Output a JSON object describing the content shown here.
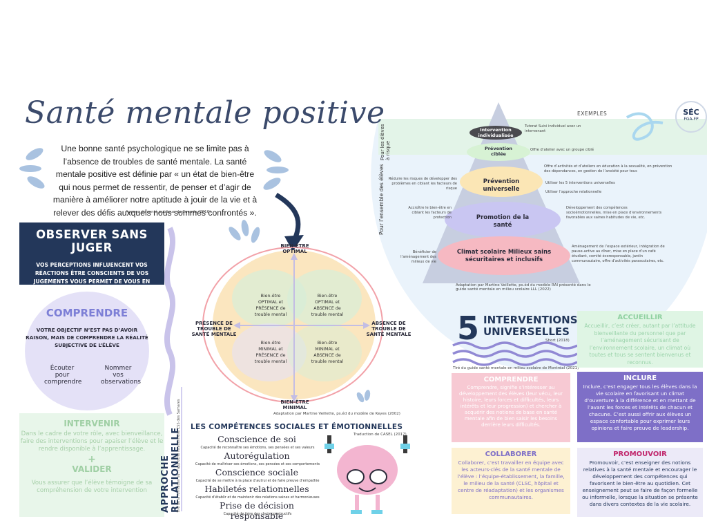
{
  "header": {
    "title": "Santé mentale positive",
    "intro": "Une bonne santé psychologique ne se limite pas à l’absence de troubles de santé mentale. La santé mentale positive est définie par « un état de bien-être qui nous permet de ressentir, de penser et d’agir de manière à améliorer notre aptitude à jouir de la vie et à relever des défis auxquels nous sommes confrontés ».",
    "intro_source": "Agence de santé publique du Canada (2016)"
  },
  "logo": {
    "line1": "SÉC",
    "line2": "FGA-FP"
  },
  "observer": {
    "title": "OBSERVER SANS JUGER",
    "text": "VOS PERCEPTIONS INFLUENCENT VOS RÉACTIONS ÊTRE CONSCIENTS DE VOS JUGEMENTS VOUS PERMET DE VOUS EN DISTANCIER"
  },
  "comprendre": {
    "title": "COMPRENDRE",
    "text": "VOTRE OBJECTIF N’EST PAS D’AVOIR RAISON, MAIS DE COMPRENDRE LA RÉALITÉ SUBJECTIVE DE L’ÉLÈVE",
    "left": "Écouter pour comprendre",
    "right": "Nommer vos observations"
  },
  "intervenir": {
    "title": "INTERVENIR",
    "text": "Dans le cadre de votre rôle, avec bienveillance, faire des interventions pour apaiser l’élève et le rendre disponible à l’apprentissage.",
    "plus": "+",
    "valider": "VALIDER",
    "valider_text": "Vous assurer que l’élève témoigne de sa compréhension de votre intervention"
  },
  "approche": {
    "label": "APPROCHE RELATIONNELLE",
    "caption": "Tiré de la formation sur l’approche relationnelle CSS des Samares"
  },
  "model": {
    "top": "BIEN-ÊTRE OPTIMAL",
    "bottom": "BIEN-ÊTRE MINIMAL",
    "left": "PRÉSENCE DE TROUBLE DE SANTÉ MENTALE",
    "right": "ABSENCE DE TROUBLE DE SANTÉ MENTALE",
    "q1": "Bien-être OPTIMAL et PRÉSENCE de trouble mental",
    "q2": "Bien-être OPTIMAL et ABSENCE de trouble mental",
    "q3": "Bien-être MINIMAL et PRÉSENCE de trouble mental",
    "q4": "Bien-être MINIMAL et ABSENCE de trouble mental",
    "source": "Adaptation par Martine Veillette, ps.éd du modèle de Keyes (2002)"
  },
  "pyramid": {
    "examples": "EXEMPLES",
    "side_risk": "Pour les élèves à risque",
    "side_all": "Pour l’ensemble des élèves",
    "levels": [
      {
        "label": "Intervention individualisée",
        "color": "#4a4a4f"
      },
      {
        "label": "Prévention ciblée",
        "color": "#d7f2d4"
      },
      {
        "label": "Prévention universelle",
        "color": "#fbe6b5"
      },
      {
        "label": "Promotion de la santé",
        "color": "#c9c6f2"
      },
      {
        "label": "Climat scolaire Milieux sains sécuritaires et inclusifs",
        "color": "#f6b9c2"
      }
    ],
    "right_notes": [
      "Tutorat Suivi individuel avec un intervenant",
      "Offre d’atelier avec un groupe ciblé",
      "Offre d’activités et d’ateliers en éducation à la sexualité, en prévention des dépendances, en gestion de l’anxiété pour tous",
      "Utiliser les 5 interventions universelles",
      "Utiliser l’approche relationnelle",
      "Développement des compétences socioémotionnelles, mise en place d’environnements favorables aux saines habitudes de vie, etc.",
      "Aménagement de l’espace extérieur, intégration de pause-active au dîner, mise en place d’un café étudiant, comité écoresponsable, jardin communautaire, offre d’activités parascolaires, etc."
    ],
    "left_notes": [
      "Réduire les risques de développer des problèmes en ciblant les facteurs de risque",
      "Accroître le bien-être en ciblant les facteurs de protection",
      "Bénéficier de l’aménagement des milieux de vie"
    ],
    "source": "Adaptation par Martine Veillette, ps.éd du modèle RAI présenté dans le guide santé mentale en milieu scolaire LLL (2022)"
  },
  "interventions": {
    "number": "5",
    "title": "INTERVENTIONS UNIVERSELLES",
    "short": "Short (2018)",
    "source": "Tiré du guide santé mentale en milieu scolaire de Montréal (2021)",
    "accueillir": {
      "title": "ACCUEILLIR",
      "text": "Accueillir, c’est créer, autant par l’attitude bienveillante du personnel que par l’aménagement sécurisant de l’environnement scolaire, un climat où toutes et tous se sentent bienvenus et reconnus."
    },
    "comprendre": {
      "title": "COMPRENDRE",
      "text": "Comprendre, signifie s’intéresser au développement des élèves (leur vécu, leur histoire, leurs forces et difficultés, leurs intérêts et leur progression) et chercher à acquérir des notions de base en santé mentale afin de bien saisir les besoins derrière leurs difficultés."
    },
    "inclure": {
      "title": "INCLURE",
      "text": "Inclure, c’est engager tous les élèves dans la vie scolaire en favorisant un climat d’ouverture à la différence et en mettant de l’avant les forces et intérêts de chacun et chacune. C’est aussi offrir aux élèves un espace confortable pour exprimer leurs opinions et faire preuve de leadership."
    },
    "collaborer": {
      "title": "COLLABORER",
      "text": "Collaborer, c’est travailler en équipe avec les acteurs-clés de la santé mentale de l’élève : l’équipe-établissement, la famille, le milieu de la santé (CLSC, hôpital et centre de réadaptation) et les organismes communautaires."
    },
    "promouvoir": {
      "title": "PROMOUVOIR",
      "text": "Promouvoir, c’est enseigner des notions relatives à la santé mentale et encourager le développement des compétences qui favorisent le bien-être au quotidien. Cet enseignement peut se faire de façon formelle ou informelle, lorsque la situation se présente dans divers contextes de la vie scolaire."
    }
  },
  "competences": {
    "title": "LES COMPÉTENCES SOCIALES ET ÉMOTIONNELLES",
    "source": "Traduction de CASEL (2017)",
    "items": [
      {
        "name": "Conscience de soi",
        "desc": "Capacité de reconnaître ses émotions, ses pensées et ses valeurs"
      },
      {
        "name": "Autorégulation",
        "desc": "Capacité de maîtriser ses émotions, ses pensées et ses comportements"
      },
      {
        "name": "Conscience sociale",
        "desc": "Capacité de se mettre à la place d’autrui et de faire preuve d’empathie"
      },
      {
        "name": "Habiletés relationnelles",
        "desc": "Capacité d’établir et de maintenir des relations saines et harmonieuses"
      },
      {
        "name": "Prise de décision responsable",
        "desc": "Capacité de faire des choix constructifs"
      }
    ]
  },
  "colors": {
    "navy": "#23375a",
    "lavender": "#e4e1f7",
    "green": "#e8f6ea",
    "pink": "#f7c9d3",
    "purple": "#7e6fc7"
  }
}
